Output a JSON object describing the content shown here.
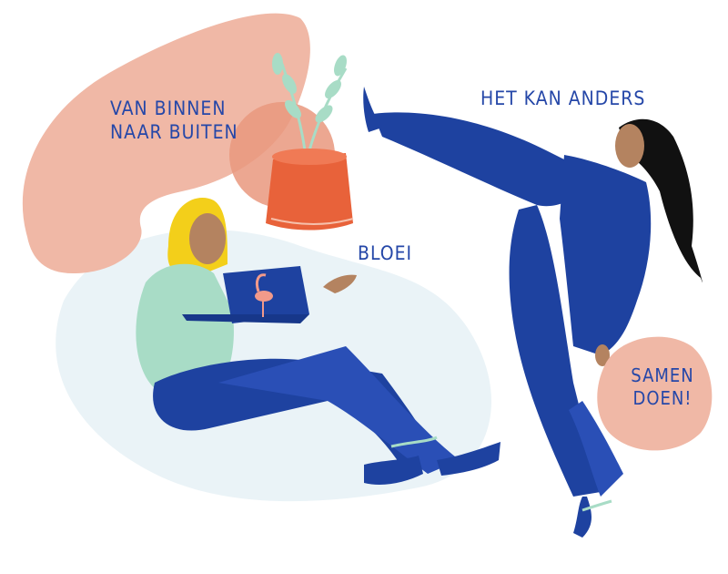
{
  "colors": {
    "text": "#2547a8",
    "blob": "#f0b8a6",
    "pot": "#e8623a",
    "royal_blue": "#1e42a0",
    "mint": "#a8dcc6",
    "hair_blonde": "#f3cf1a",
    "skin": "#b48360",
    "hair_black": "#111111",
    "flamingo": "#f29a8a",
    "pale_blue": "#eaf3f7"
  },
  "labels": {
    "van_binnen_line1": "VAN BINNEN",
    "van_binnen_line2": "NAAR BUITEN",
    "het_kan_anders": "HET KAN ANDERS",
    "bloei": "BLOEI",
    "samen_line1": "SAMEN",
    "samen_line2": "DOEN!"
  }
}
